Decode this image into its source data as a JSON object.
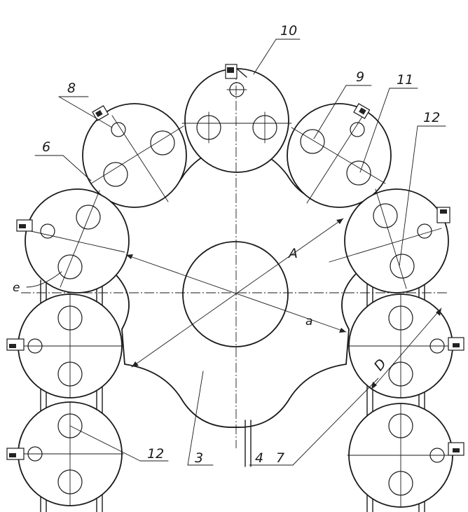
{
  "labels": {
    "l10": "10",
    "l9": "9",
    "l11": "11",
    "l8": "8",
    "l6": "6",
    "l12_top": "12",
    "l12_bottom": "12",
    "lA": "A",
    "la": "a",
    "le": "e",
    "lD": "D",
    "l3": "3",
    "l4": "4",
    "l7": "7"
  }
}
